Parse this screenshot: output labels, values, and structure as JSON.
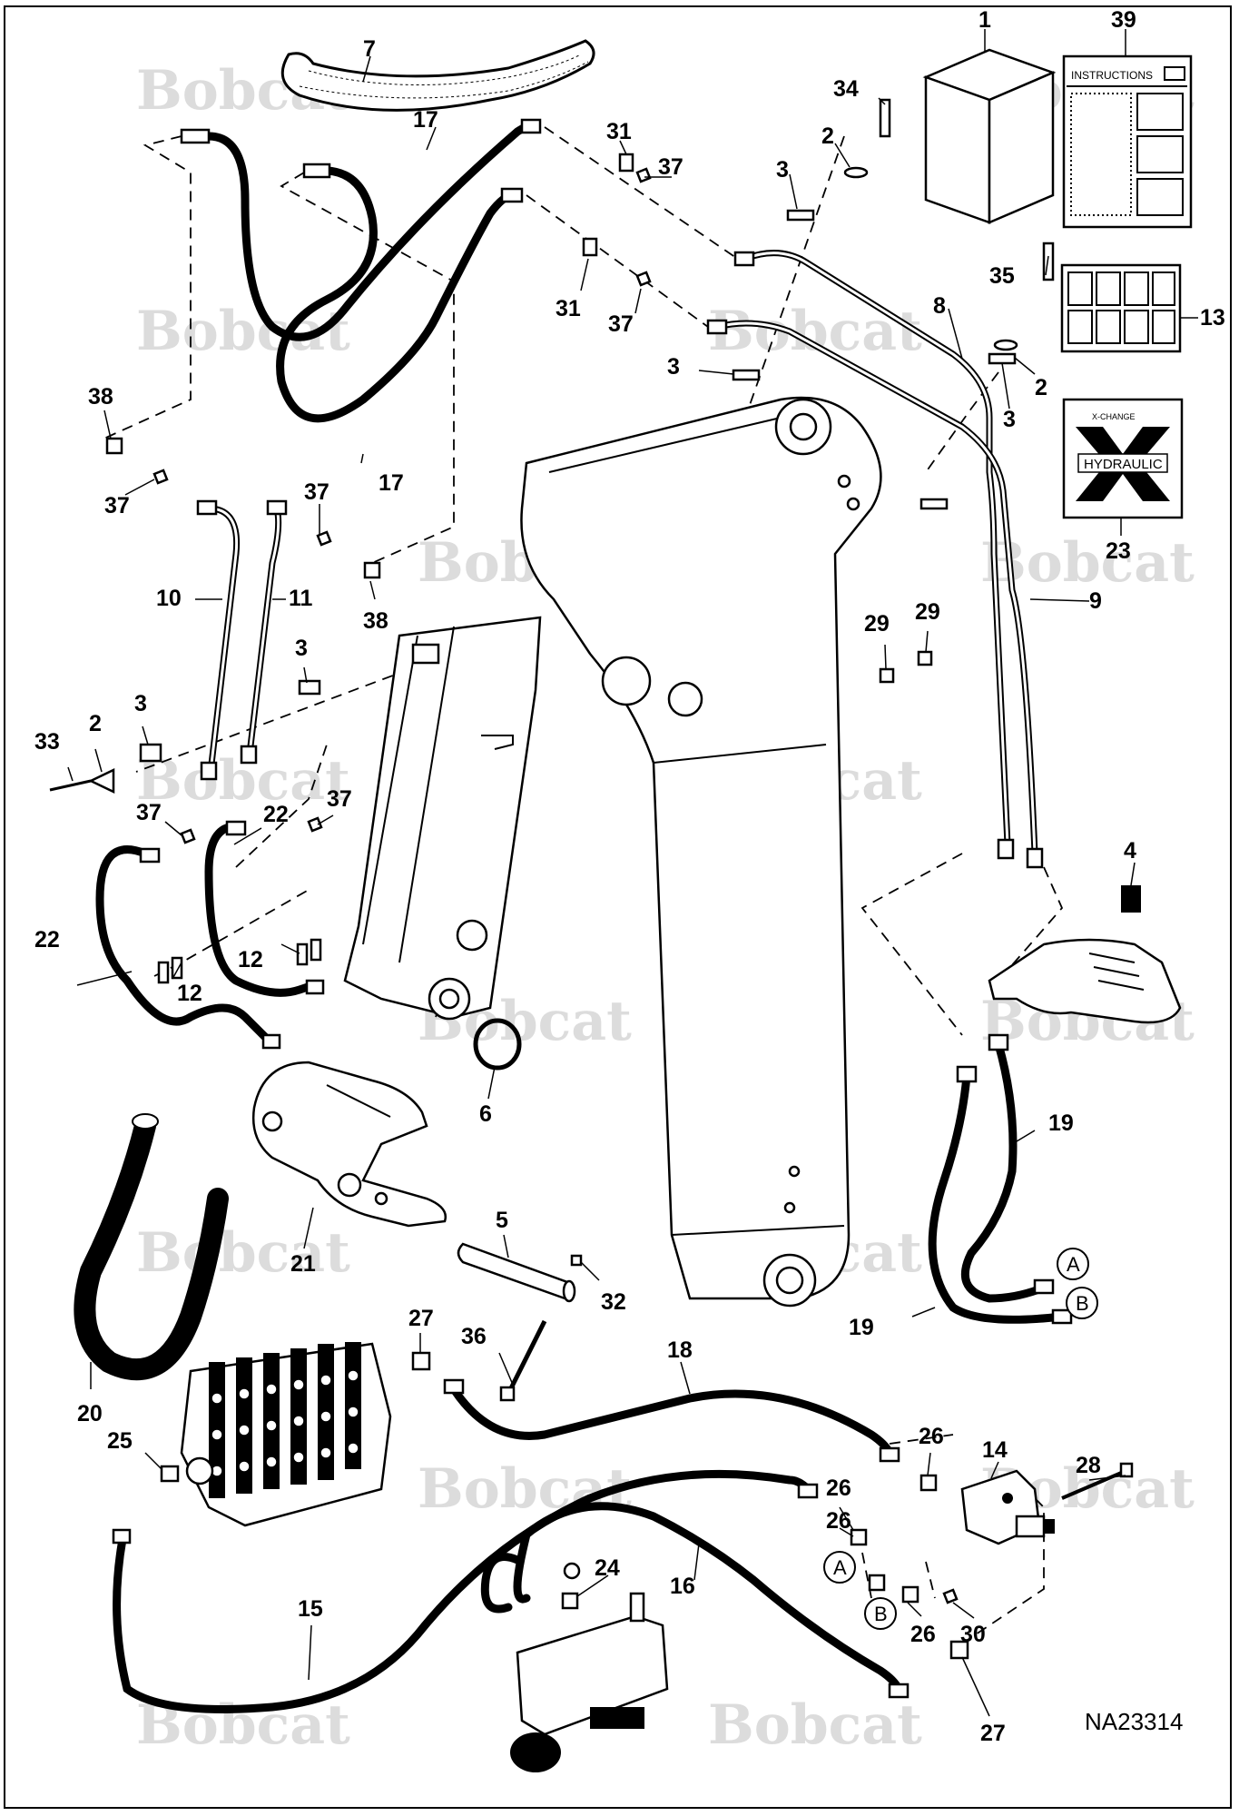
{
  "drawing_id": "NA23314",
  "watermark": "Bobcat",
  "boxes": {
    "instructions_title": "INSTRUCTIONS",
    "decal_top_text": "X-CHANGE",
    "decal_main_text": "HYDRAULIC"
  },
  "connector_labels": {
    "a": "A",
    "b": "B"
  },
  "callouts": {
    "c1": "1",
    "c39": "39",
    "c7": "7",
    "c34": "34",
    "c2a": "2",
    "c3a": "3",
    "c17a": "17",
    "c31a": "31",
    "c37a": "37",
    "c31b": "31",
    "c37b": "37",
    "c35": "35",
    "c13": "13",
    "c8": "8",
    "c3b": "3",
    "c2b": "2",
    "c3c": "3",
    "c38a": "38",
    "c37c": "37",
    "c17b": "17",
    "c37d": "37",
    "c23": "23",
    "c10": "10",
    "c11": "11",
    "c38b": "38",
    "c9": "9",
    "c29a": "29",
    "c29b": "29",
    "c3d": "3",
    "c3e": "3",
    "c2c": "2",
    "c33": "33",
    "c37e": "37",
    "c22a": "22",
    "c37f": "37",
    "c4": "4",
    "c22b": "22",
    "c12a": "12",
    "c12b": "12",
    "c6": "6",
    "c19a": "19",
    "c21": "21",
    "c5": "5",
    "c32": "32",
    "c19b": "19",
    "c27a": "27",
    "c36": "36",
    "c18": "18",
    "c20": "20",
    "c26a": "26",
    "c14": "14",
    "c28": "28",
    "c26b": "26",
    "c25": "25",
    "c24": "24",
    "c16": "16",
    "c26c": "26",
    "c15": "15",
    "c26d": "26",
    "c30": "30",
    "c27b": "27"
  }
}
